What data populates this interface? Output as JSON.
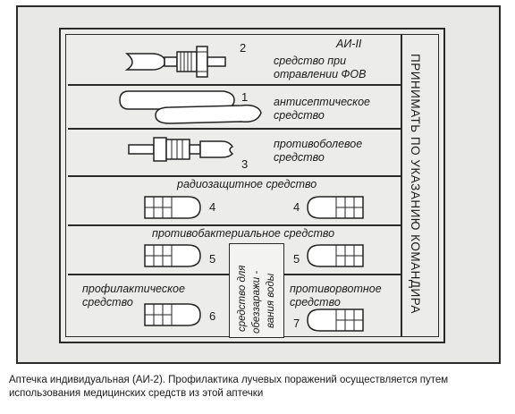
{
  "kit": {
    "label_ai2": "АИ-II",
    "right_vertical": "ПРИНИМАТЬ ПО УКАЗАНИЮ КОМАНДИРА",
    "items": {
      "fov": {
        "number": "2",
        "text_line1": "средство при",
        "text_line2": "отравлении ФОВ"
      },
      "antiseptic": {
        "number": "1",
        "text_line1": "антисептическое",
        "text_line2": "средство"
      },
      "painkiller": {
        "number": "3",
        "text_line1": "противоболевое",
        "text_line2": "средство"
      },
      "radioprotective": {
        "header": "радиозащитное средство",
        "number_left": "4",
        "number_right": "4"
      },
      "antibacterial": {
        "header": "противобактериальное средство",
        "number_left": "5",
        "number_right": "5"
      },
      "prophylactic": {
        "number": "6",
        "text_line1": "профилактическое",
        "text_line2": "средство"
      },
      "antiemetic": {
        "number": "7",
        "text_line1": "противорвотное",
        "text_line2": "средство"
      },
      "water": {
        "line1": "средство для",
        "line2": "обеззаражи -",
        "line3": "вания воды"
      }
    }
  },
  "caption": "Аптечка индивидуальная (АИ-2). Профилактика лучевых поражений осуществляется путем использования медицинских средств из этой аптечки"
}
